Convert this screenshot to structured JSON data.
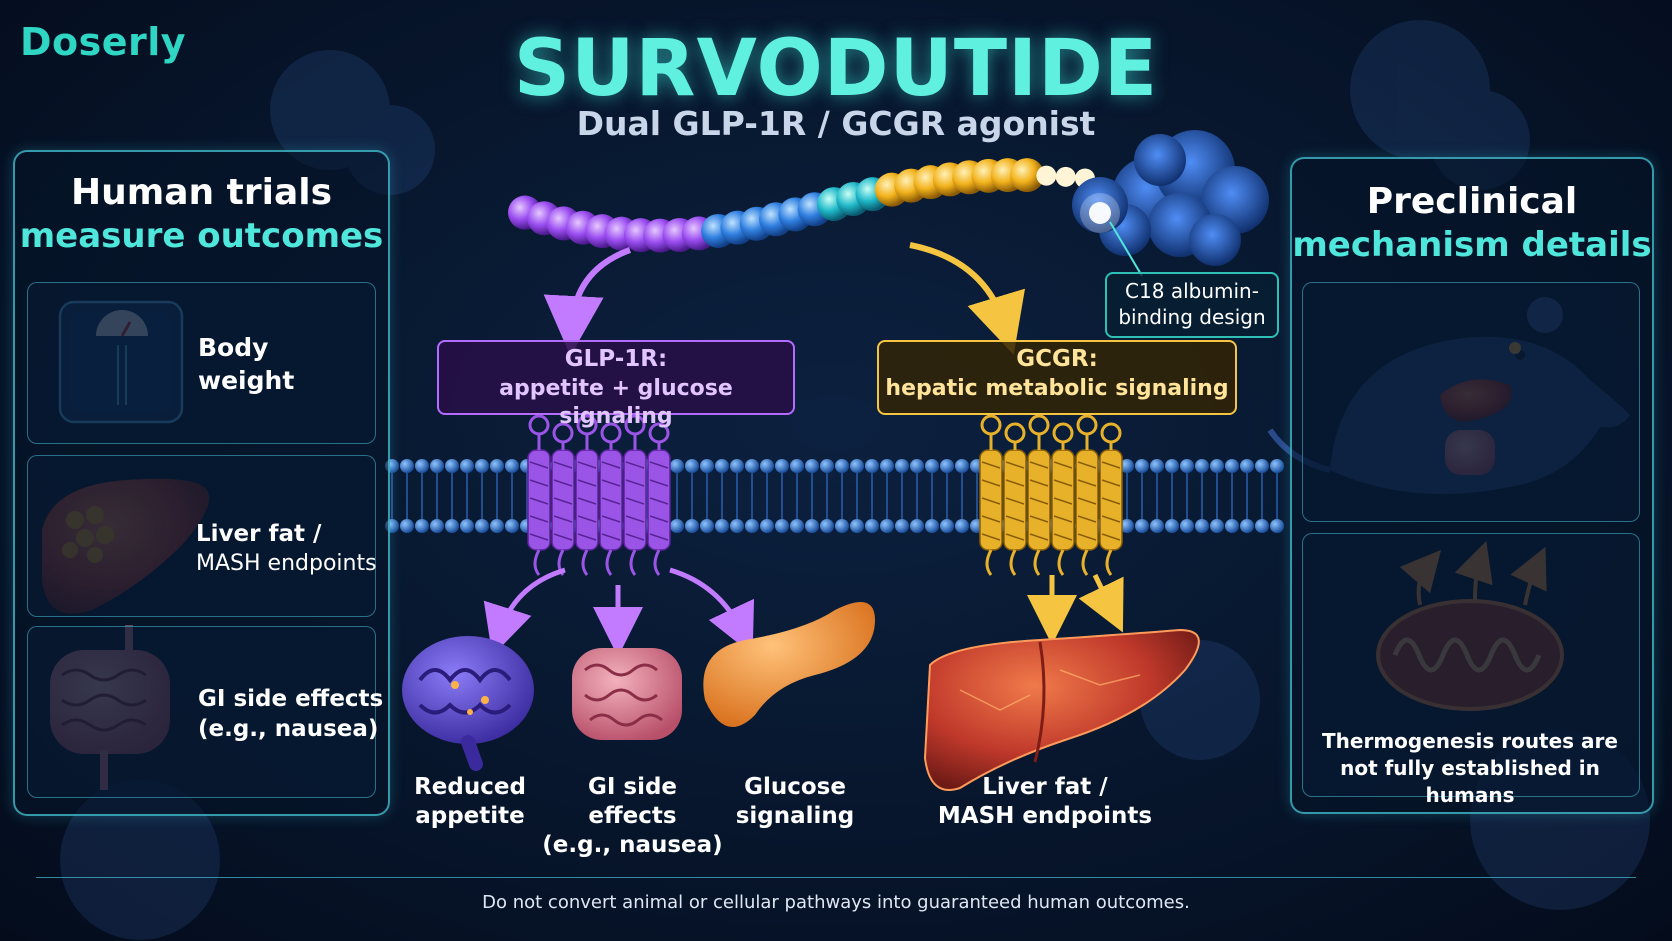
{
  "brand": "Doserly",
  "title": "SURVODUTIDE",
  "subtitle": "Dual GLP-1R / GCGR agonist",
  "left_panel": {
    "title_line1": "Human trials",
    "title_line2": "measure outcomes",
    "cards": [
      {
        "label_line1": "Body",
        "label_line2": "weight",
        "icon": "scale-icon"
      },
      {
        "label_line1": "Liver fat /",
        "label_line2": "MASH endpoints",
        "icon": "liver-icon"
      },
      {
        "label_line1": "GI side effects",
        "label_line2": "(e.g., nausea)",
        "icon": "intestine-icon"
      }
    ]
  },
  "right_panel": {
    "title_line1": "Preclinical",
    "title_line2": "mechanism details",
    "note_line1": "Thermogenesis routes are",
    "note_line2": "not fully established in humans"
  },
  "albumin_label_line1": "C18 albumin-",
  "albumin_label_line2": "binding design",
  "glp1r": {
    "title": "GLP-1R:",
    "subtitle": "appetite + glucose signaling",
    "color": "#b46bff",
    "outcomes": [
      {
        "line1": "Reduced",
        "line2": "appetite"
      },
      {
        "line1": "GI side effects",
        "line2": "(e.g., nausea)"
      },
      {
        "line1": "Glucose",
        "line2": "signaling"
      }
    ]
  },
  "gcgr": {
    "title": "GCGR:",
    "subtitle": "hepatic metabolic signaling",
    "color": "#f5c542",
    "outcome": {
      "line1": "Liver fat /",
      "line2": "MASH endpoints"
    }
  },
  "footer": "Do not convert animal or cellular pathways into guaranteed human outcomes."
}
